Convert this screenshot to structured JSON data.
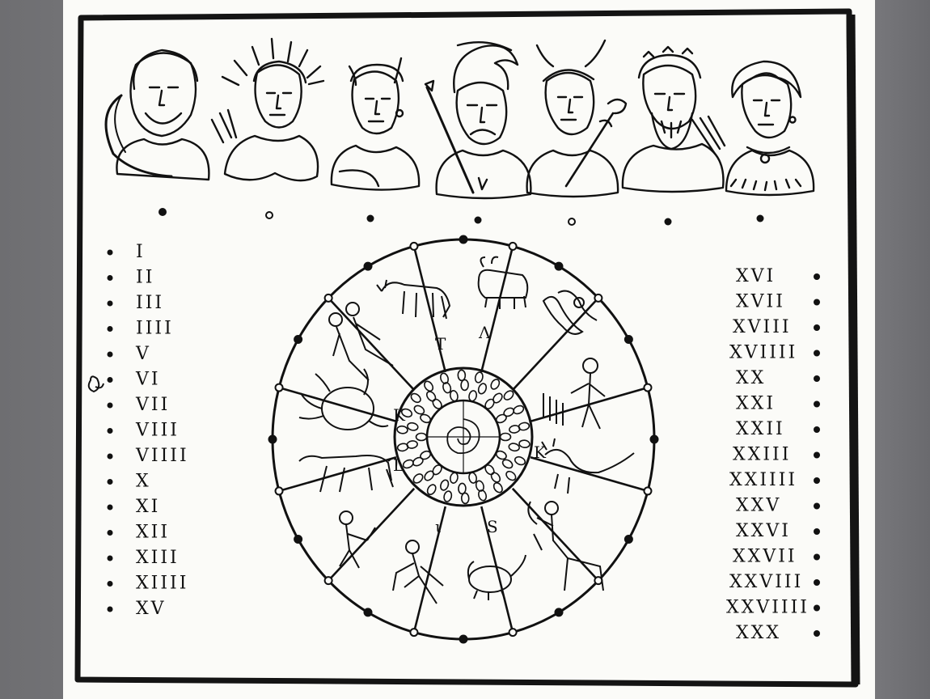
{
  "left_column_numerals": [
    "I",
    "II",
    "III",
    "IIII",
    "V",
    "VI",
    "VII",
    "VIII",
    "VIIII",
    "X",
    "XI",
    "XII",
    "XIII",
    "XIIII",
    "XV"
  ],
  "right_column_numerals": [
    "XVI",
    "XVII",
    "XVIII",
    "XVIIII",
    "XX",
    "XXI",
    "XXII",
    "XXIII",
    "XXIIII",
    "XXV",
    "XXVI",
    "XXVII",
    "XXVIII",
    "XXVIIII",
    "XXX"
  ],
  "wheel_letters": [
    "T",
    "Λ",
    "K",
    "K",
    "L",
    "ι",
    "S"
  ],
  "deities": [
    "saturn-bust",
    "sun-bust",
    "moon-bust",
    "mars-bust",
    "mercury-bust",
    "jupiter-bust",
    "venus-bust"
  ],
  "zodiac_signs": [
    "taurus",
    "aries",
    "pisces",
    "aquarius",
    "capricorn",
    "sagittarius",
    "scorpio",
    "libra",
    "virgo",
    "leo",
    "cancer",
    "gemini"
  ]
}
